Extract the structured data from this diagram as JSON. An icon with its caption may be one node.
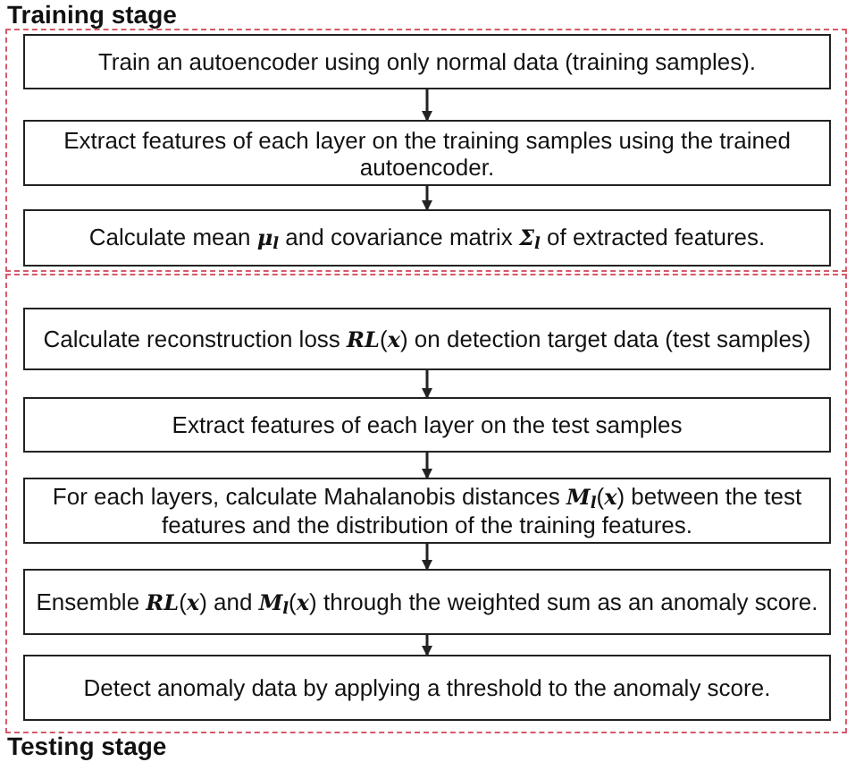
{
  "diagram": {
    "nodes": [
      {
        "text": [
          "Training stage"
        ]
      },
      {
        "text": [
          "Train an autoencoder using only normal data (training samples)."
        ],
        "in": 0
      },
      {
        "text": [
          "Extract features of each layer on the training samples using the trained autoencoder."
        ],
        "in": 0
      },
      {
        "text": [
          "Calculate mean **μ**$_{l}$ and covariance matrix **Σ**$_{l}$ of extracted features."
        ],
        "in": 0
      },
      {
        "text": [
          "Testing stage"
        ]
      },
      {
        "text": [
          "Calculate reconstruction loss **RL**(**x**) on detection target data (test samples)"
        ],
        "in": 4
      },
      {
        "text": [
          "Extract features of each layer on the test samples"
        ],
        "in": 4
      },
      {
        "text": [
          "For each layers, calculate Mahalanobis distances **M**$_{l}$(**x**) between the test features and the distribution of the training features."
        ],
        "in": 4
      },
      {
        "text": [
          "Ensemble **RL**(**x**) and **M**$_{l}$(**x**) through the weighted sum as an anomaly score."
        ],
        "in": 4
      },
      {
        "text": [
          "Detect anomaly data by applying a threshold to the anomaly score."
        ],
        "in": 4
      }
    ],
    "edges": [
      {
        "from": 1,
        "to": 2,
        "arrow": "to"
      },
      {
        "from": 2,
        "to": 3,
        "arrow": "to"
      },
      {
        "from": 5,
        "to": 6,
        "arrow": "to"
      },
      {
        "from": 6,
        "to": 7,
        "arrow": "to"
      },
      {
        "from": 7,
        "to": 8,
        "arrow": "to"
      },
      {
        "from": 8,
        "to": 9,
        "arrow": "to"
      }
    ]
  }
}
